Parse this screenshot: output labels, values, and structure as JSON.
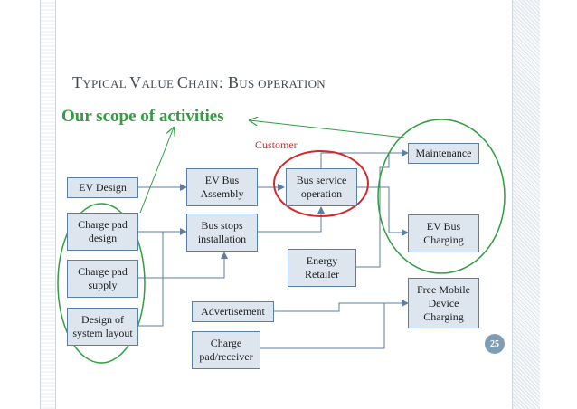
{
  "slide": {
    "title_parts": [
      "T",
      "YPICAL ",
      "V",
      "ALUE ",
      "C",
      "HAIN",
      ": ",
      "B",
      "US OPERATION"
    ],
    "scope_label": "Our scope of activities",
    "customer_label": "Customer",
    "page_number": "25"
  },
  "boxes": {
    "ev_design": "EV Design",
    "charge_pad_design": "Charge pad design",
    "charge_pad_supply": "Charge pad supply",
    "design_system_layout": "Design of system layout",
    "ev_bus_assembly": "EV Bus Assembly",
    "bus_stops_installation": "Bus stops installation",
    "bus_service_operation": "Bus service operation",
    "energy_retailer": "Energy Retailer",
    "maintenance": "Maintenance",
    "ev_bus_charging": "EV Bus Charging",
    "free_mobile_charging": "Free Mobile Device Charging",
    "advertisement": "Advertisement",
    "charge_pad_receiver": "Charge pad/receiver"
  },
  "colors": {
    "box_fill": "#dde6ef",
    "box_border": "#5a7fa6",
    "green_accent": "#2e9e3e",
    "red_accent": "#d22a2a",
    "title_text": "#444b52"
  }
}
